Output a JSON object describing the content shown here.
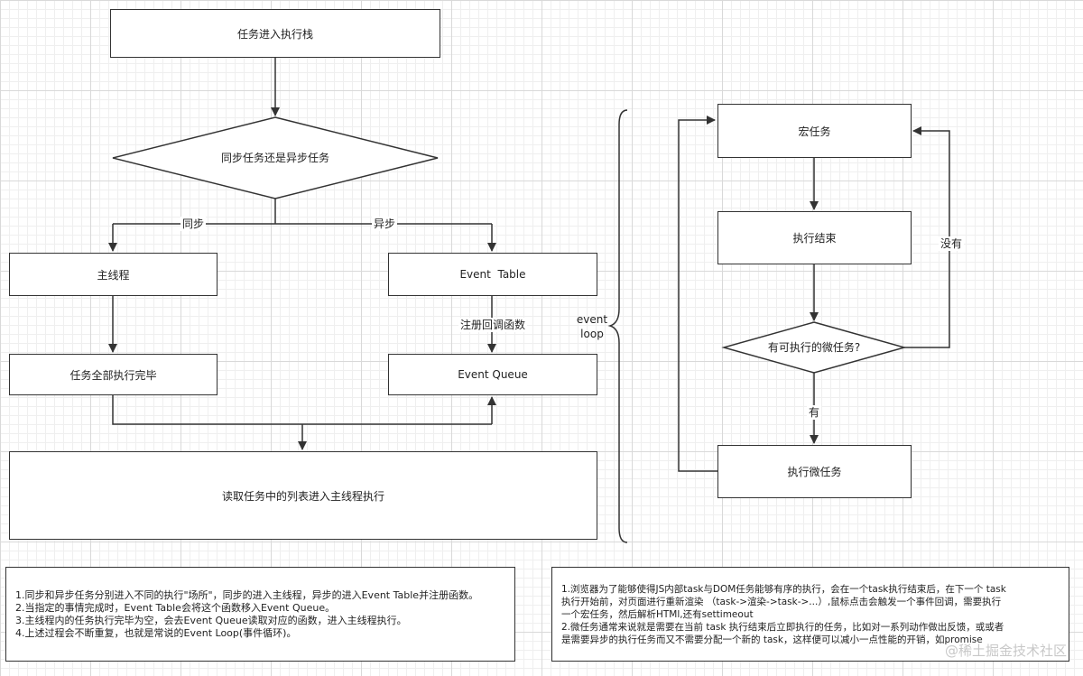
{
  "flow": {
    "stack": "任务进入执行栈",
    "decision": "同步任务还是异步任务",
    "sync_label": "同步",
    "async_label": "异步",
    "main_thread": "主线程",
    "event_table": "Event  Table",
    "register_label": "注册回调函数",
    "tasks_done": "任务全部执行完毕",
    "event_queue": "Event Queue",
    "read_queue": "读取任务中的列表进入主线程执行"
  },
  "loop": {
    "brace_label_1": "event",
    "brace_label_2": "loop",
    "macro": "宏任务",
    "finished": "执行结束",
    "has_micro": "有可执行的微任务?",
    "no_label": "没有",
    "yes_label": "有",
    "run_micro": "执行微任务"
  },
  "notes": {
    "left": [
      "1.同步和异步任务分别进入不同的执行\"场所\"，同步的进入主线程，异步的进入Event Table并注册函数。",
      "2.当指定的事情完成时，Event Table会将这个函数移入Event Queue。",
      "3.主线程内的任务执行完毕为空，会去Event Queue读取对应的函数，进入主线程执行。",
      "4.上述过程会不断重复，也就是常说的Event Loop(事件循环)。"
    ],
    "right": [
      "1.浏览器为了能够使得JS内部task与DOM任务能够有序的执行，会在一个task执行结束后，在下一个 task",
      "执行开始前，对页面进行重新渲染 （task->渲染->task->...）,鼠标点击会触发一个事件回调，需要执行",
      "一个宏任务，然后解析HTMl,还有settimeout",
      "2.微任务通常来说就是需要在当前 task 执行结束后立即执行的任务，比如对一系列动作做出反馈，或或者",
      "是需要异步的执行任务而又不需要分配一个新的 task，这样便可以减小一点性能的开销，如promise"
    ]
  },
  "watermark": "@稀土掘金技术社区"
}
